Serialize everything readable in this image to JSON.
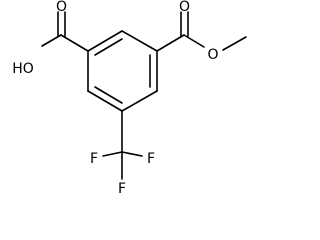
{
  "structure": {
    "atoms": {
      "acid_oh": "HO",
      "acid_carbonyl_o": "O",
      "ester_carbonyl_o": "O",
      "ester_ether_o": "O",
      "fluorine_left": "F",
      "fluorine_right": "F",
      "fluorine_bottom": "F"
    }
  }
}
